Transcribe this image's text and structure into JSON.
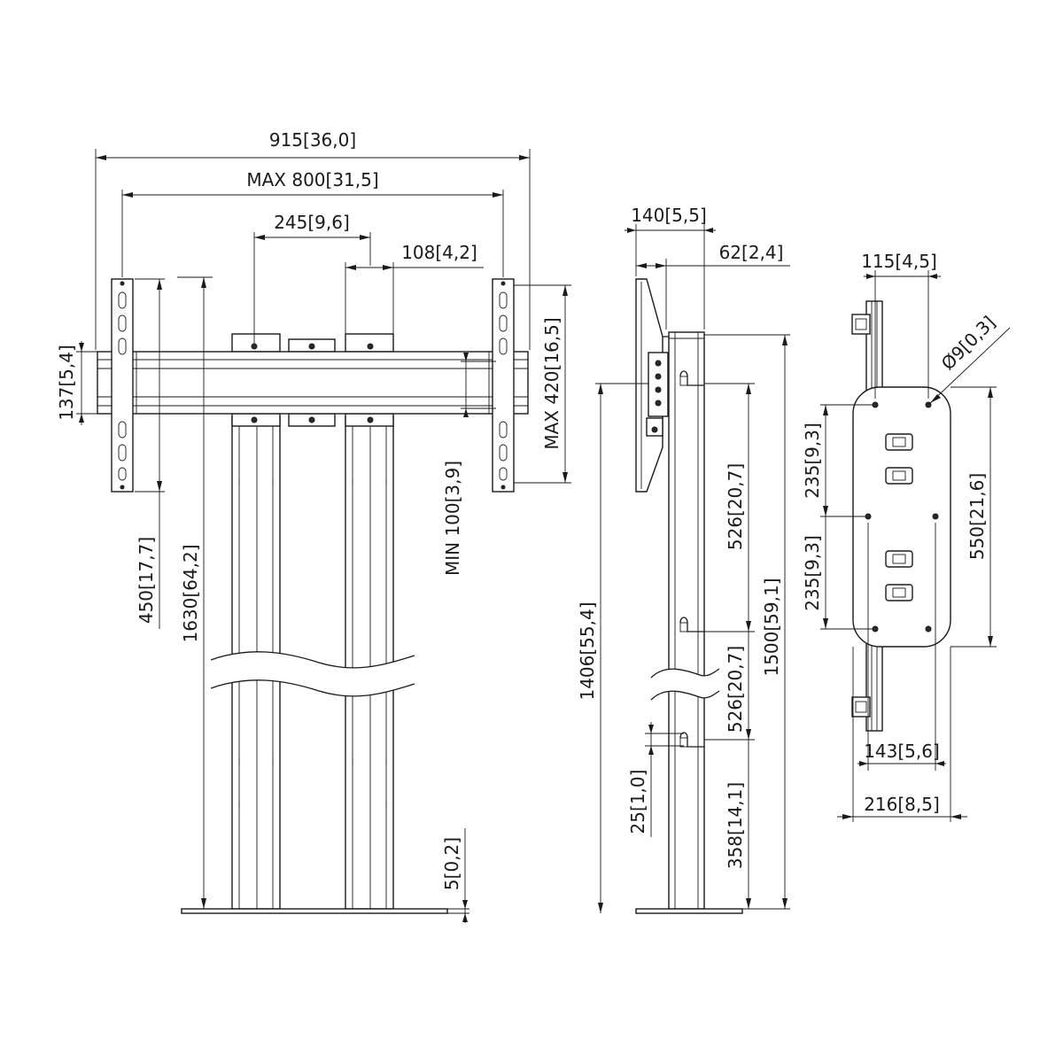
{
  "colors": {
    "line": "#1a1a1a",
    "background": "#ffffff"
  },
  "dimensions": {
    "overall_width": "915[36,0]",
    "max_width": "MAX 800[31,5]",
    "center_245": "245[9,6]",
    "center_108": "108[4,2]",
    "rail_height_137": "137[5,4]",
    "max_420": "MAX 420[16,5]",
    "min_100": "MIN 100[3,9]",
    "height_450": "450[17,7]",
    "height_1630": "1630[64,2]",
    "base_5": "5[0,2]",
    "side_140": "140[5,5]",
    "side_62": "62[2,4]",
    "side_1406": "1406[55,4]",
    "side_526_top": "526[20,7]",
    "side_526_bottom": "526[20,7]",
    "side_1500": "1500[59,1]",
    "side_25": "25[1,0]",
    "side_358": "358[14,1]",
    "plate_115": "115[4,5]",
    "plate_diameter": "Ø9[0,3]",
    "plate_235_top": "235[9,3]",
    "plate_235_bottom": "235[9,3]",
    "plate_550": "550[21,6]",
    "plate_143": "143[5,6]",
    "plate_216": "216[8,5]"
  }
}
